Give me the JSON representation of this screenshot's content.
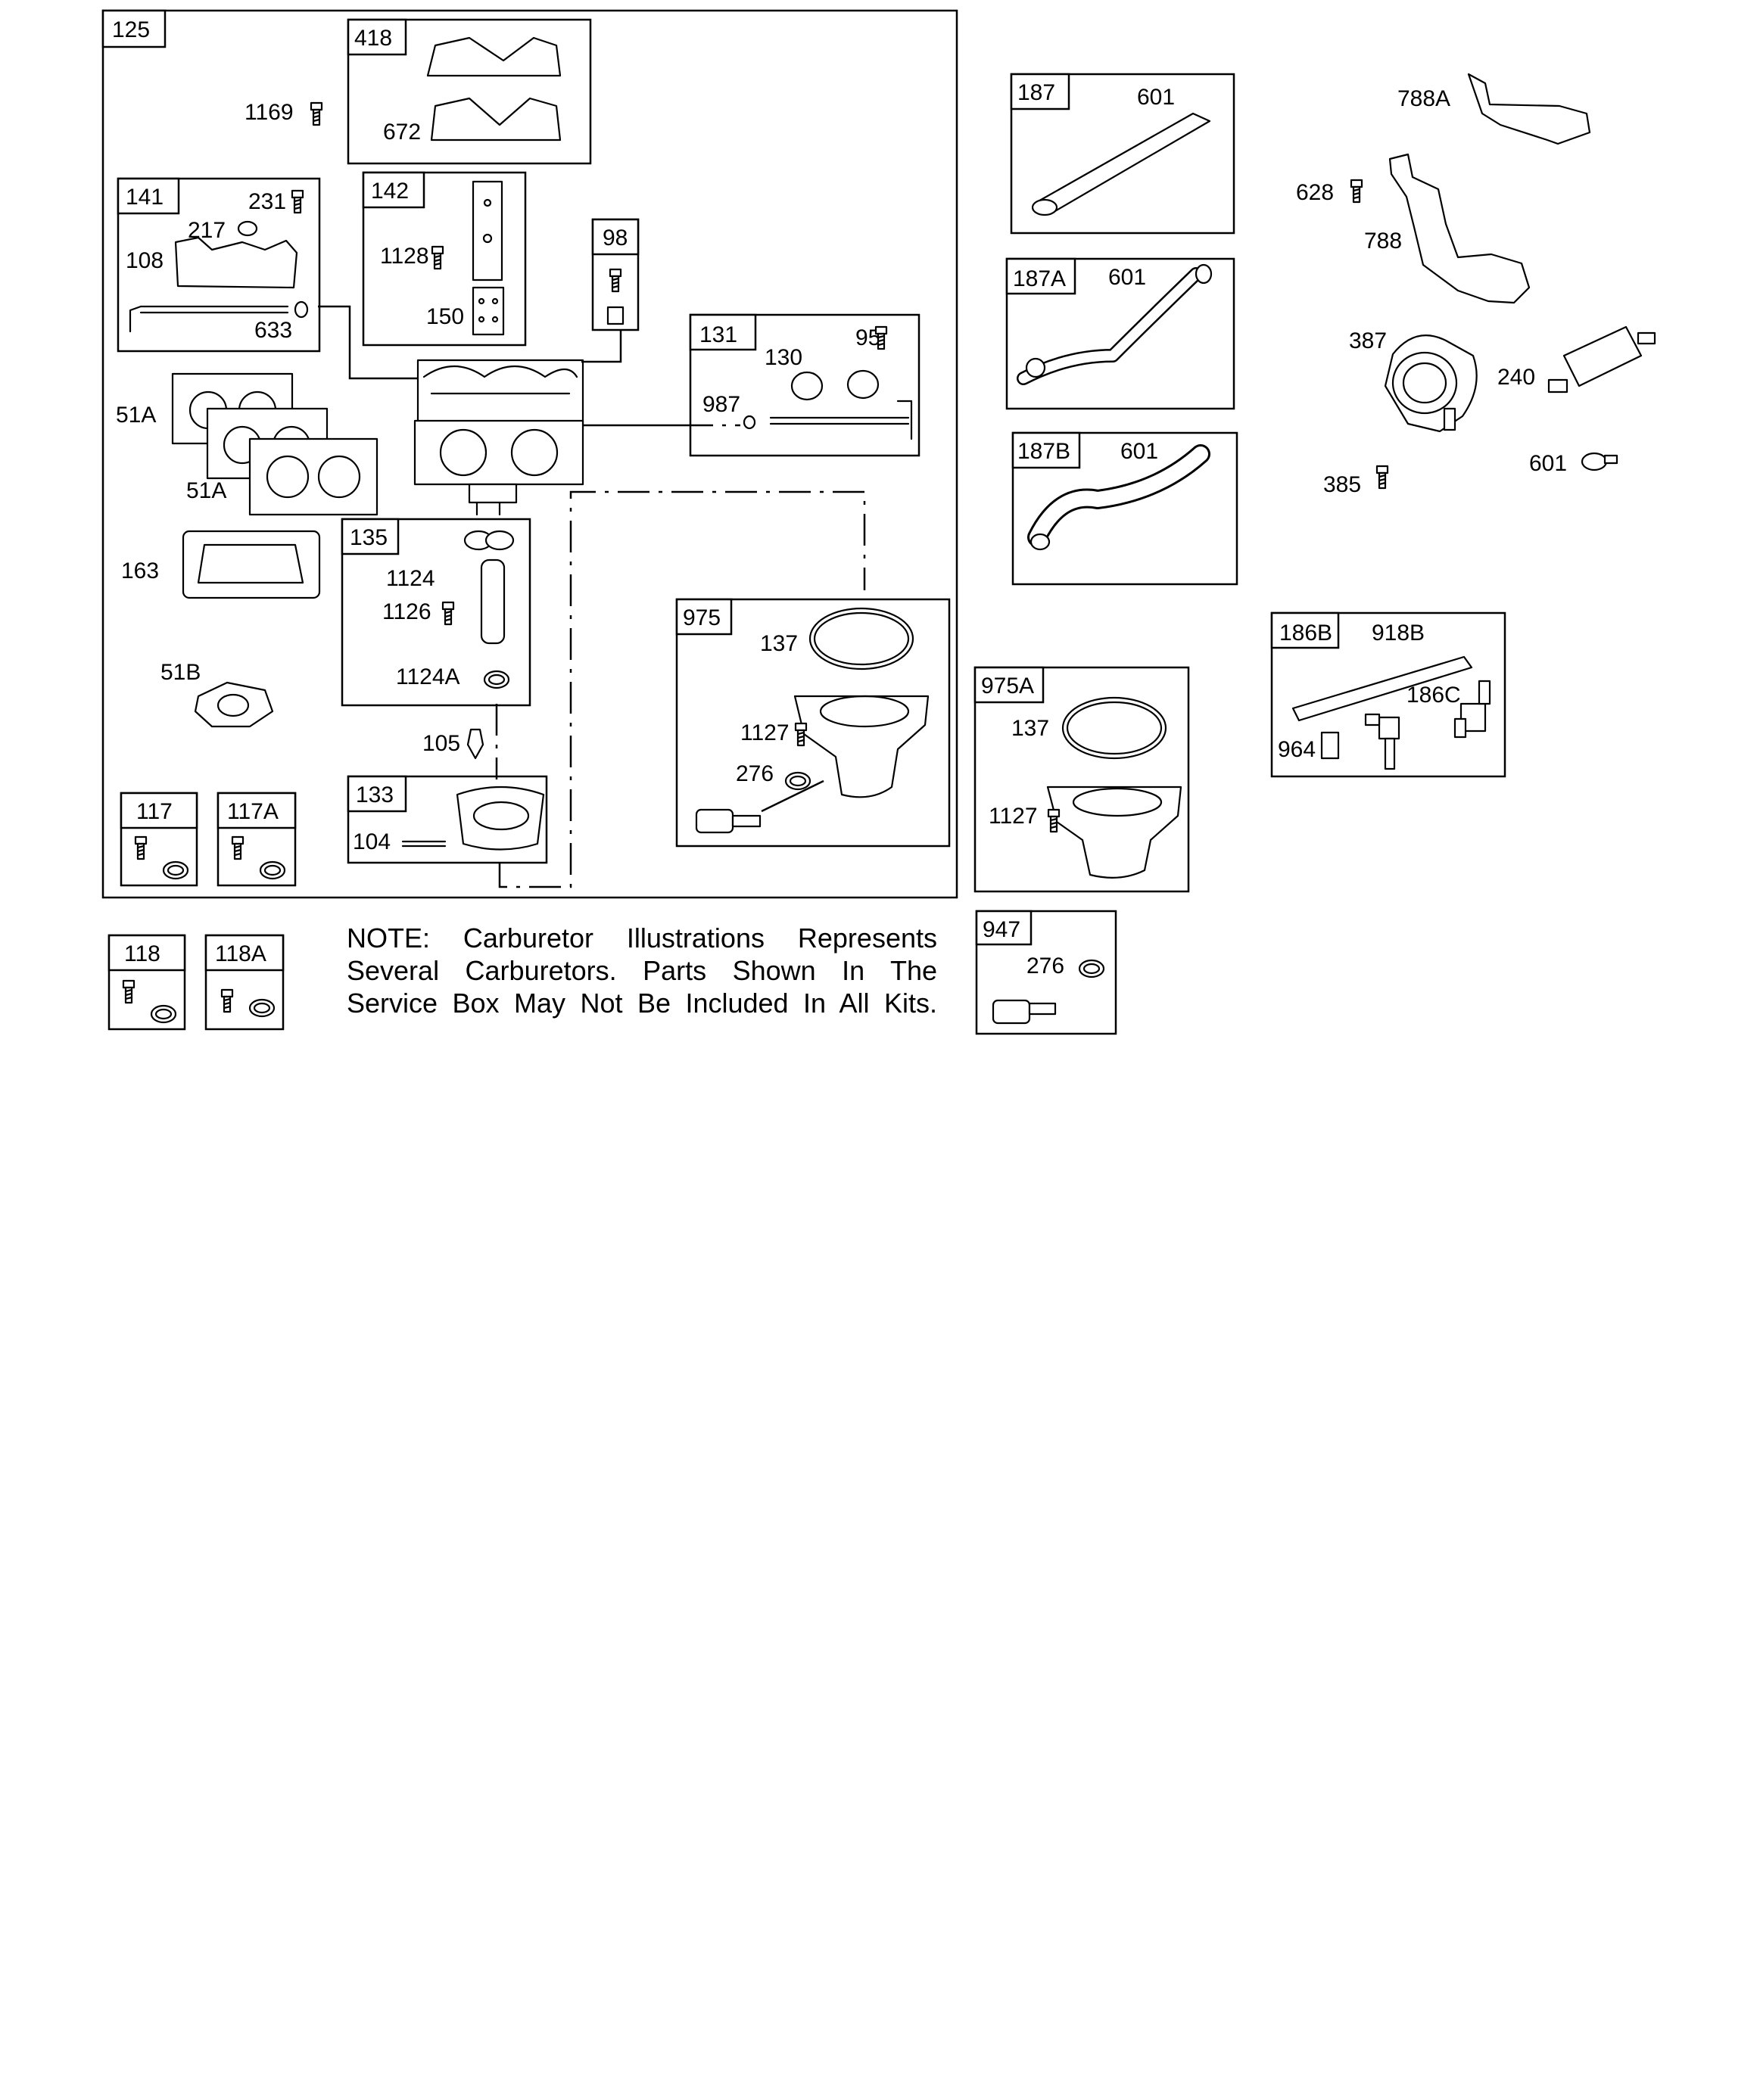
{
  "note": {
    "lines": [
      "NOTE: Carburetor Illustrations Represents",
      "Several Carburetors. Parts Shown In The",
      "Service Box May Not Be Included In All Kits."
    ]
  },
  "boxes": {
    "b125": "125",
    "b418": "418",
    "b141": "141",
    "b142": "142",
    "b98": "98",
    "b131": "131",
    "b135": "135",
    "b975": "975",
    "b133": "133",
    "b117": "117",
    "b117A": "117A",
    "b118": "118",
    "b118A": "118A",
    "b187": "187",
    "b187A": "187A",
    "b187B": "187B",
    "b186B": "186B",
    "b975A": "975A",
    "b947": "947"
  },
  "parts": {
    "p1169": "1169",
    "p672": "672",
    "p231": "231",
    "p217": "217",
    "p108": "108",
    "p633": "633",
    "p1128": "1128",
    "p150": "150",
    "p51A_a": "51A",
    "p51A_b": "51A",
    "p130": "130",
    "p95": "95",
    "p987": "987",
    "p163": "163",
    "p1124": "1124",
    "p1126": "1126",
    "p1124A": "1124A",
    "p51B": "51B",
    "p105": "105",
    "p104": "104",
    "p975_137": "137",
    "p975_1127": "1127",
    "p975_276": "276",
    "p187_601": "601",
    "p187A_601": "601",
    "p187B_601": "601",
    "p788A": "788A",
    "p628": "628",
    "p788": "788",
    "p387": "387",
    "p240": "240",
    "p385": "385",
    "p601": "601",
    "p918B": "918B",
    "p186C": "186C",
    "p964": "964",
    "p975A_137": "137",
    "p975A_1127": "1127",
    "p947_276": "276"
  },
  "icons": [
    "screw-icon",
    "o-ring-icon",
    "gasket-icon",
    "carburetor-icon",
    "fuel-pump-icon",
    "fuel-filter-icon",
    "hose-clamp-icon",
    "bracket-icon",
    "float-bowl-icon",
    "solenoid-icon",
    "fuel-hose-icon"
  ],
  "colors": {
    "ink": "#000000",
    "paper": "#ffffff"
  }
}
